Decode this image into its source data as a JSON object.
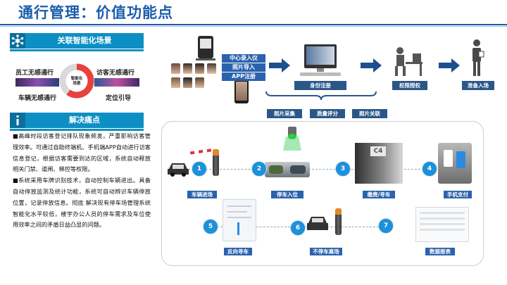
{
  "page": {
    "title": "通行管理：价值功能点"
  },
  "left": {
    "section1": {
      "heading": "关联智能化场景"
    },
    "donut": {
      "center_label": "智能化\n场景",
      "labels": {
        "top_left": "员工无感通行",
        "top_right": "访客无感通行",
        "bottom_left": "车辆无感通行",
        "bottom_right": "定位引导"
      }
    },
    "section2": {
      "heading": "解决痛点"
    },
    "paragraphs": [
      "■高峰时段访客登记排队现象频发，严重影响访客管理效率。可通过自助终端机、手机端APP自动进行访客信息登记，根据访客需要到达的区域，系统自动释放相关门禁、道闸、梯控等权限。",
      "■系统采用车牌识别技术，自动控制车辆进出。具备自动停放监测及统计功能，系统可自动辨识车辆停放位置，记录停放信息。彻底 解决现有停车场管理系统智能化水平较低，楼宇办公人员的停车需求及车位使用效率之间的矛盾日益凸显的问题。"
    ]
  },
  "top_flow": {
    "pills": [
      "中心录入仪",
      "照片导入",
      "APP注册"
    ],
    "steps": [
      "身份注册",
      "权限授权",
      "准备入场"
    ],
    "sub_pills": [
      "照片采集",
      "质量评分",
      "照片关联"
    ]
  },
  "parking_flow": {
    "row1": [
      {
        "num": "1",
        "caption": "车辆进场"
      },
      {
        "num": "2",
        "caption": "停车入位"
      },
      {
        "num": "3",
        "caption": "缴费/寻车"
      },
      {
        "num": "4",
        "caption": "手机支付"
      }
    ],
    "row2": [
      {
        "num": "5",
        "caption": "反向寻车"
      },
      {
        "num": "6",
        "caption": "不停车离场"
      },
      {
        "num": "7",
        "caption": "数据报表"
      }
    ],
    "sign_text": "C4"
  },
  "colors": {
    "accent": "#1a5dab",
    "teal": "#0e8fc4",
    "circle": "#1e90d8",
    "donut_red": "#e8413e"
  }
}
